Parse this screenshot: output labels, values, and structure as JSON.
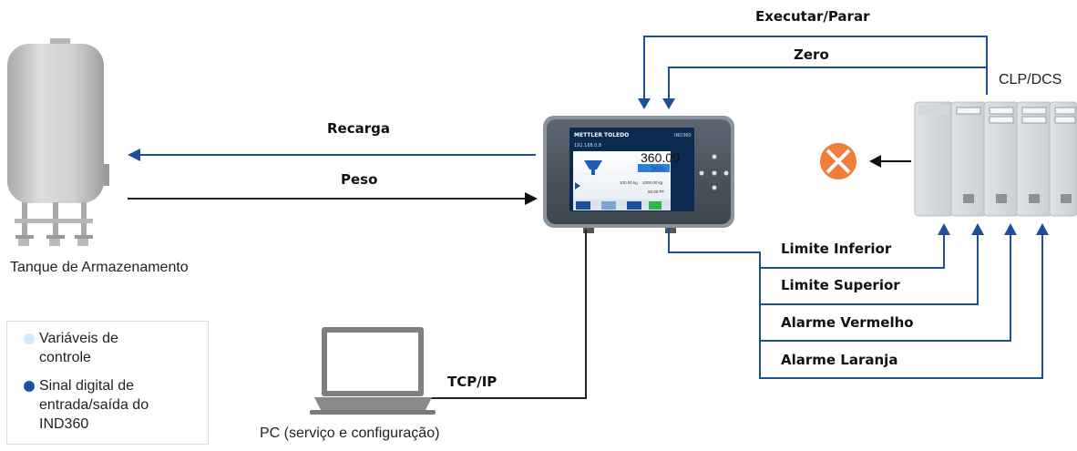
{
  "labels": {
    "executar": "Executar/Parar",
    "zero": "Zero",
    "clp": "CLP/DCS",
    "recarga": "Recarga",
    "peso": "Peso",
    "tanque": "Tanque de Armazenamento",
    "limite_inferior": "Limite Inferior",
    "limite_superior": "Limite Superior",
    "alarme_vermelho": "Alarme Vermelho",
    "alarme_laranja": "Alarme Laranja",
    "tcpip": "TCP/IP",
    "pc": "PC (serviço e configuração)"
  },
  "legend": {
    "items": [
      {
        "text_line1": "Variáveis de",
        "text_line2": "controle",
        "color": "#d6ebf7"
      },
      {
        "text_line1": "Sinal digital de",
        "text_line2": "entrada/saída do",
        "text_line3": "IND360",
        "color": "#1e4f9c"
      }
    ]
  },
  "terminal": {
    "brand": "METTLER TOLEDO",
    "model": "IND360",
    "ip": "192.168.0.8",
    "weight": "360.00",
    "unit": "kg",
    "percent": "36%",
    "limit_low": "100.00 kg",
    "limit_high": "1000.00 kg",
    "preset": "50.00 PT"
  },
  "colors": {
    "signal_line": "#1e4f9c",
    "alarm_orange": "#f07d3a",
    "tank": "#c9c9c9"
  }
}
